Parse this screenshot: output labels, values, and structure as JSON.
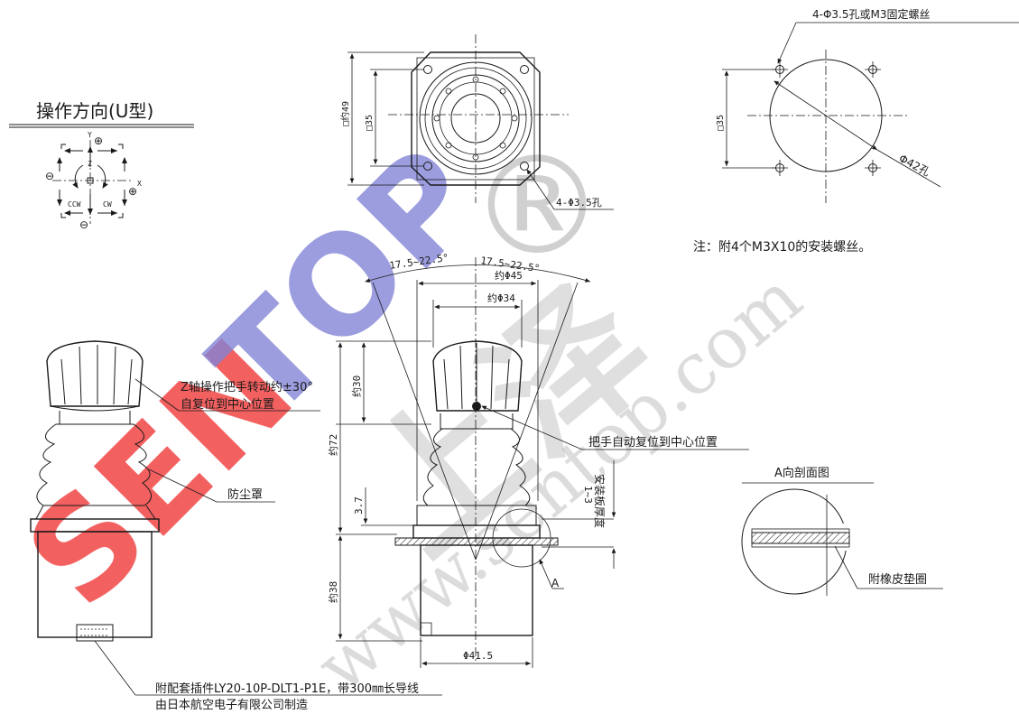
{
  "watermark": {
    "brand_left": "SEN",
    "brand_right": "TOP",
    "registered": "®",
    "site": "www.sentop.com",
    "cn": "上泽",
    "color_red": "#f03a3a",
    "color_blue": "#6d6fcf"
  },
  "direction": {
    "title": "操作方向(U型)",
    "y": "Y",
    "z": "Z",
    "x": "X",
    "ccw": "CCW",
    "cw": "CW",
    "plus": "⊕",
    "minus": "⊖"
  },
  "top_view": {
    "outer_dim": "□约49",
    "inner_dim": "□35",
    "hole_note": "4-Φ3.5孔"
  },
  "panel_cut": {
    "hole_note": "4-Φ3.5孔或M3固定螺丝",
    "dim": "□35",
    "dia": "Φ42孔",
    "note": "注：附4个M3X10的安装螺丝。"
  },
  "side_view": {
    "z_note_1": "Z轴操作把手转动约±30°",
    "z_note_2": "自复位到中心位置",
    "dust_cover": "防尘罩",
    "connector_1": "附配套插件LY20-10P-DLT1-P1E，带300㎜长导线",
    "connector_2": "由日本航空电子有限公司制造"
  },
  "front_view": {
    "angle_left": "17.5~22.5°",
    "angle_right": "17.5~22.5°",
    "dia45": "约Φ45",
    "dia34": "约Φ34",
    "h30": "约30",
    "h72": "约72",
    "h37": "3.7",
    "h38": "约38",
    "dia415": "Φ41.5",
    "center_note": "把手自动复位到中心位置",
    "panel_thk_1": "安装板厚度",
    "panel_thk_2": "1~3",
    "section_mark": "A"
  },
  "section_view": {
    "title": "A向剖面图",
    "gasket": "附橡皮垫圈"
  }
}
